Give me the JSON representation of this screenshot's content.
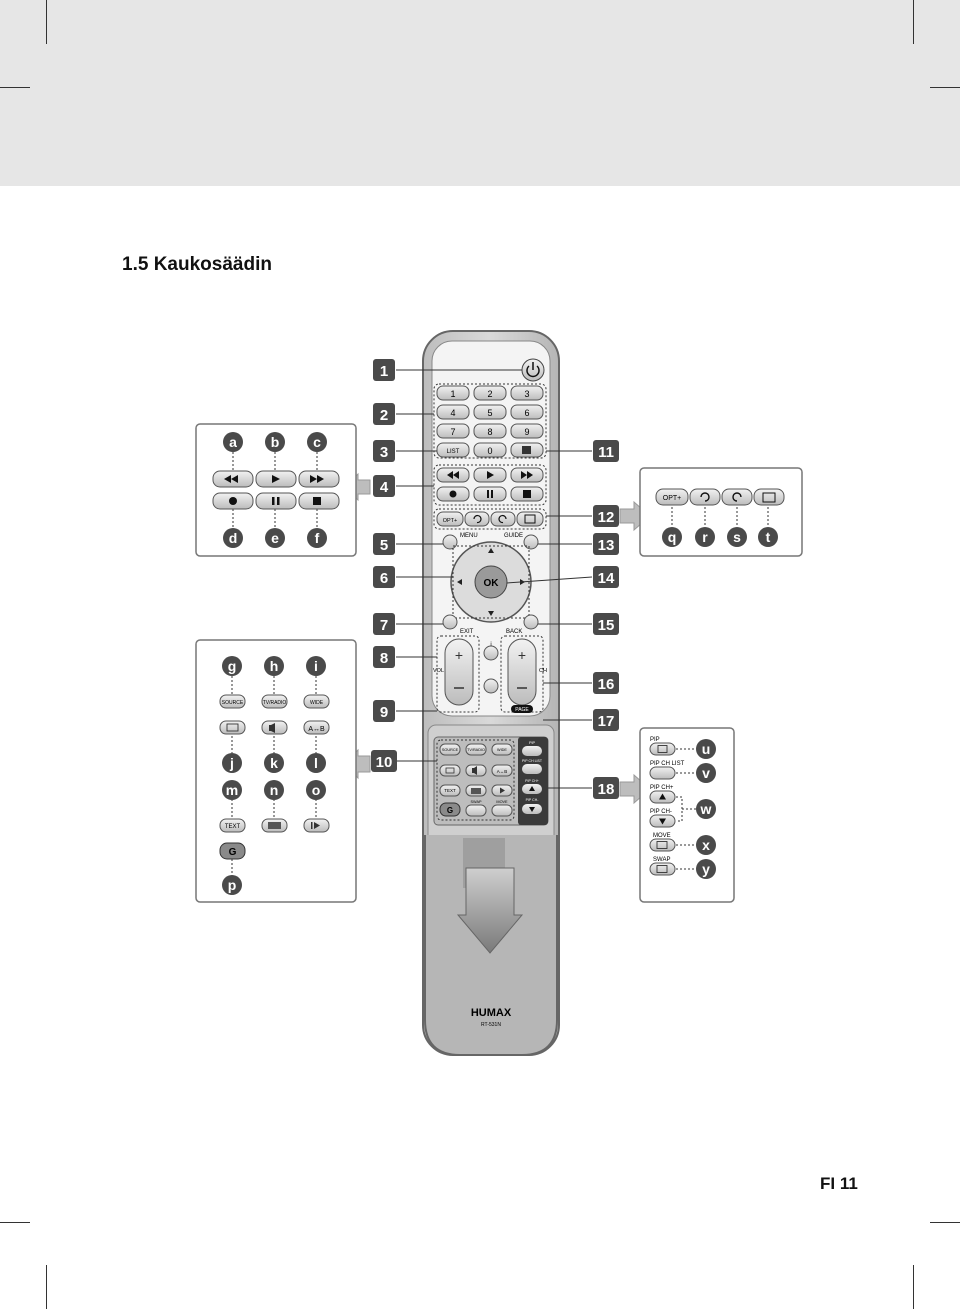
{
  "page": {
    "section_title": "1.5 Kaukosäädin",
    "page_number": "FI 11"
  },
  "remote": {
    "brand": "HUMAX",
    "model": "RT-531N",
    "digits": [
      "1",
      "2",
      "3",
      "4",
      "5",
      "6",
      "7",
      "8",
      "9"
    ],
    "zero": "0",
    "list_label": "LIST",
    "opt_label": "OPT+",
    "menu_label": "MENU",
    "guide_label": "GUIDE",
    "ok_label": "OK",
    "exit_label": "EXIT",
    "back_label": "BACK",
    "vol_label": "VOL",
    "ch_label": "CH",
    "page_label": "PAGE",
    "source_label": "SOURCE",
    "tvradio_label": "TV/RADIO",
    "wide_label": "WIDE",
    "ab_label": "A↔B",
    "text_label": "TEXT",
    "g_label": "G",
    "pip_label": "PIP",
    "pip_ch_list_label": "PIP CH LIST",
    "pip_ch_up_label": "PIP CH+",
    "pip_ch_down_label": "PIP CH-",
    "move_label": "MOVE",
    "swap_label": "SWAP"
  },
  "callouts": [
    "1",
    "2",
    "3",
    "4",
    "5",
    "6",
    "7",
    "8",
    "9",
    "10",
    "11",
    "12",
    "13",
    "14",
    "15",
    "16",
    "17",
    "18"
  ],
  "panel_a": {
    "letters_top": [
      "a",
      "b",
      "c"
    ],
    "letters_bottom": [
      "d",
      "e",
      "f"
    ]
  },
  "panel_b": {
    "letters": [
      "q",
      "r",
      "s",
      "t"
    ],
    "opt_label": "OPT+"
  },
  "panel_c": {
    "row1": [
      "g",
      "h",
      "i"
    ],
    "buttons1": [
      "SOURCE",
      "TV/RADIO",
      "WIDE"
    ],
    "buttons2_ab": "A↔B",
    "row2": [
      "j",
      "k",
      "l"
    ],
    "row3": [
      "m",
      "n",
      "o"
    ],
    "text_button": "TEXT",
    "g_button": "G",
    "letter_p": "p"
  },
  "panel_d": {
    "pip": "PIP",
    "pip_ch_list": "PIP CH LIST",
    "pip_ch_up": "PIP CH+",
    "pip_ch_down": "PIP CH-",
    "move": "MOVE",
    "swap": "SWAP",
    "letters": [
      "u",
      "v",
      "w",
      "x",
      "y"
    ]
  }
}
